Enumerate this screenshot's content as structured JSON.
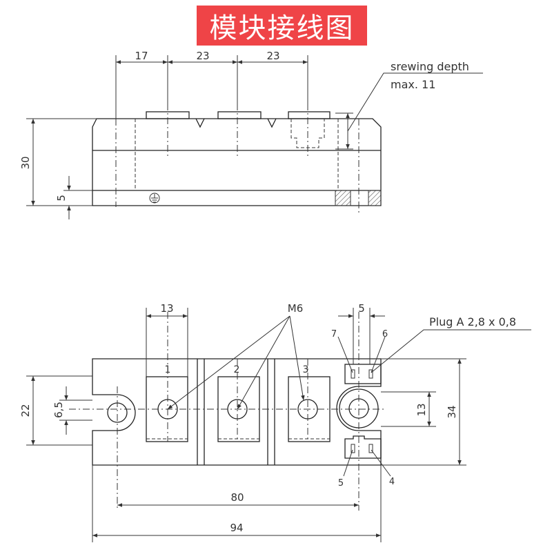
{
  "title": "模块接线图",
  "side_view": {
    "dims": {
      "d17": "17",
      "d23a": "23",
      "d23b": "23",
      "d30": "30",
      "d5": "5"
    },
    "note_line1": "srewing depth",
    "note_line2": "max. 11"
  },
  "top_view": {
    "dims": {
      "d13_top": "13",
      "d5_top": "5",
      "d22": "22",
      "d6_5": "6,5",
      "d13_right": "13",
      "d34": "34",
      "d80": "80",
      "d94": "94"
    },
    "thread_label": "M6",
    "plug_label": "Plug A 2,8 x 0,8",
    "terminals": [
      "1",
      "2",
      "3"
    ],
    "pins": {
      "p4": "4",
      "p5": "5",
      "p6": "6",
      "p7": "7"
    }
  },
  "colors": {
    "title_bg": "#ef4447",
    "title_text": "#ffffff",
    "line": "#333333"
  },
  "icons": [
    "ground-icon",
    "arrow-icon"
  ]
}
